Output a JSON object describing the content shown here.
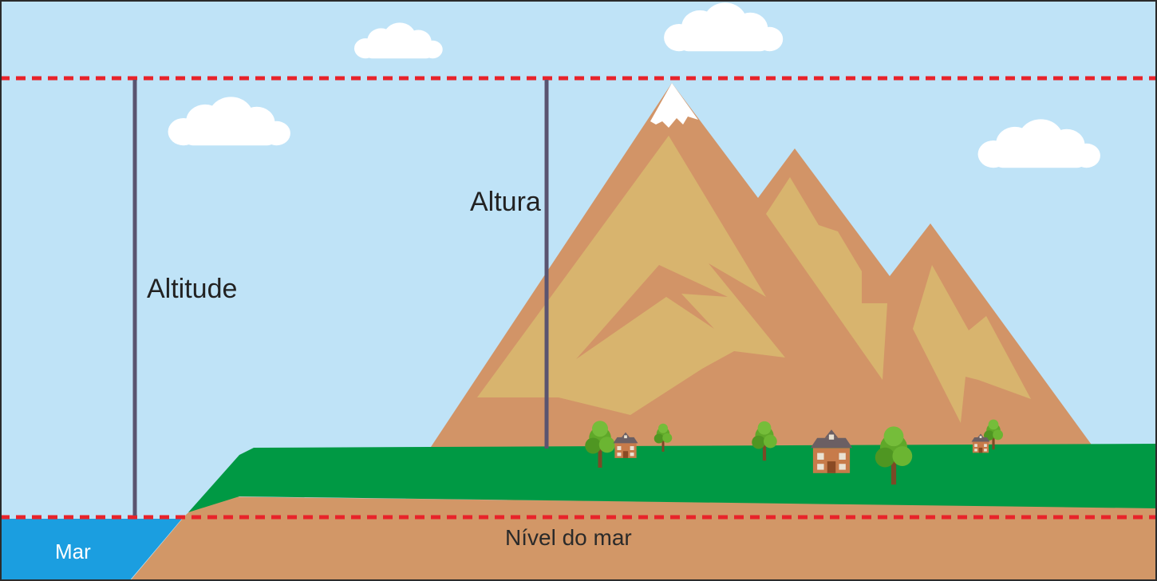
{
  "labels": {
    "altitude": "Altitude",
    "altura": "Altura",
    "sea_level": "Nível do mar",
    "sea": "Mar"
  },
  "icons": {
    "sky": "sky",
    "cloud": "cloud-icon",
    "mountain": "mountain-icon",
    "tree": "tree-icon",
    "house": "house-icon"
  },
  "colors": {
    "sky": "#bfe3f7",
    "sea": "#1b9ee0",
    "ground": "#d29767",
    "grass": "#009944",
    "mountain_dark": "#d29467",
    "mountain_light": "#d8b46e",
    "snow": "#ffffff",
    "reference_line": "#e8232a",
    "measure_line": "#5a5470",
    "border": "#2b2b2b"
  }
}
